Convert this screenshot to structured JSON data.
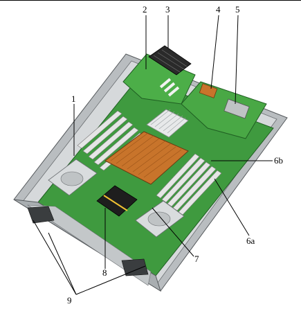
{
  "figure": {
    "callouts": [
      {
        "id": "1",
        "label": "1"
      },
      {
        "id": "2",
        "label": "2"
      },
      {
        "id": "3",
        "label": "3"
      },
      {
        "id": "4",
        "label": "4"
      },
      {
        "id": "5",
        "label": "5"
      },
      {
        "id": "6a",
        "label": "6a"
      },
      {
        "id": "6b",
        "label": "6b"
      },
      {
        "id": "7",
        "label": "7"
      },
      {
        "id": "8",
        "label": "8"
      },
      {
        "id": "9",
        "label": "9"
      }
    ]
  },
  "colors": {
    "pcb": "#3f9a3f",
    "pcb_dark": "#2c7a2f",
    "chassis": "#c9ccce",
    "chassis_dark": "#8e9396",
    "heatsink": "#c8742b",
    "dimm": "#e6e6e6",
    "connector": "#2a2a2a"
  }
}
